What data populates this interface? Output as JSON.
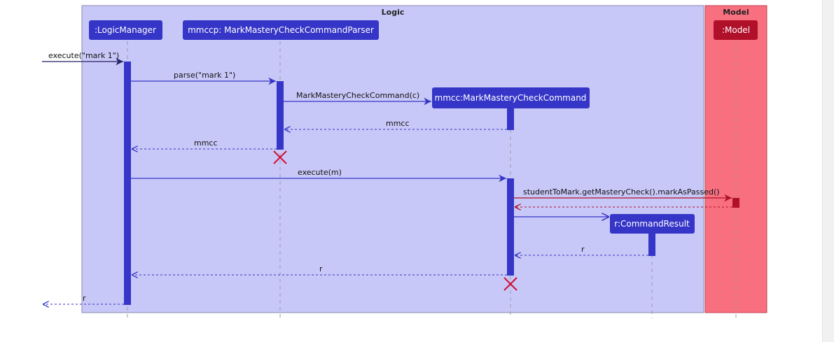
{
  "diagram": {
    "colors": {
      "logic_box": "#c8c8f8",
      "model_box": "#f87080",
      "participant_blue": "#3535c8",
      "participant_red": "#b0102a",
      "message_blue": "#3535c8",
      "message_red": "#b0102a",
      "destroy": "#d0103a"
    },
    "groups": {
      "logic": "Logic",
      "model": "Model"
    },
    "participants": {
      "logic_manager": ":LogicManager",
      "parser": "mmccp: MarkMasteryCheckCommandParser",
      "command": "mmcc:MarkMasteryCheckCommand",
      "command_result": "r:CommandResult",
      "model": ":Model"
    },
    "messages": {
      "execute_call": "execute(\"mark 1\")",
      "parse_call": "parse(\"mark 1\")",
      "create_command": "MarkMasteryCheckCommand(c)",
      "return_mmcc_1": "mmcc",
      "return_mmcc_2": "mmcc",
      "execute_m": "execute(m)",
      "mark_passed": "studentToMark.getMasteryCheck().markAsPassed()",
      "return_r_1": "r",
      "return_r_2": "r",
      "return_r_3": "r"
    }
  }
}
